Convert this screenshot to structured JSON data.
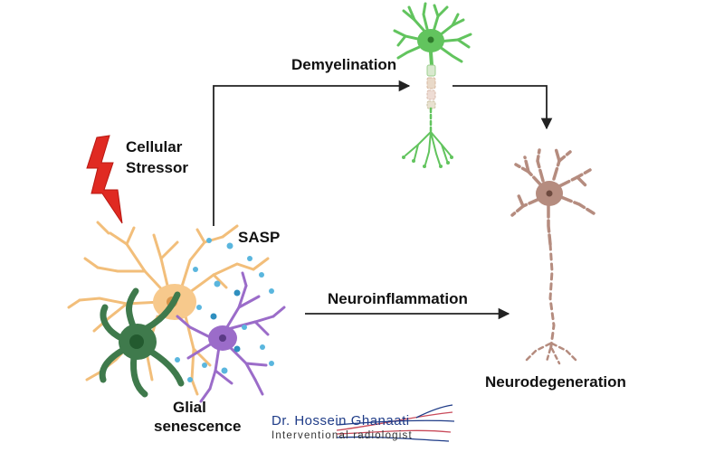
{
  "labels": {
    "cellular_stressor_line1": "Cellular",
    "cellular_stressor_line2": "Stressor",
    "sasp": "SASP",
    "demyelination": "Demyelination",
    "neuroinflammation": "Neuroinflammation",
    "neurodegeneration": "Neurodegeneration",
    "glial_senescence_line1": "Glial",
    "glial_senescence_line2": "senescence"
  },
  "logo": {
    "name": "Dr. Hossein Ghanaati",
    "subtitle": "Interventional radiologist"
  },
  "colors": {
    "astrocyte": "#f2be7a",
    "astrocyte_body": "#f7c98c",
    "oligodendrocyte": "#3f7a4c",
    "microglia": "#9b6cc9",
    "healthy_neuron": "#62c45e",
    "degenerating_neuron": "#b58c7f",
    "lightning": "#e02a22",
    "sasp_dots": "#5ab6de",
    "arrow": "#222222",
    "logo_text": "#1f3c88",
    "logo_lines": "#c94a5a"
  },
  "icons": {
    "stressor": "lightning-bolt-icon",
    "logo_mark": "nerve-lines-icon"
  }
}
